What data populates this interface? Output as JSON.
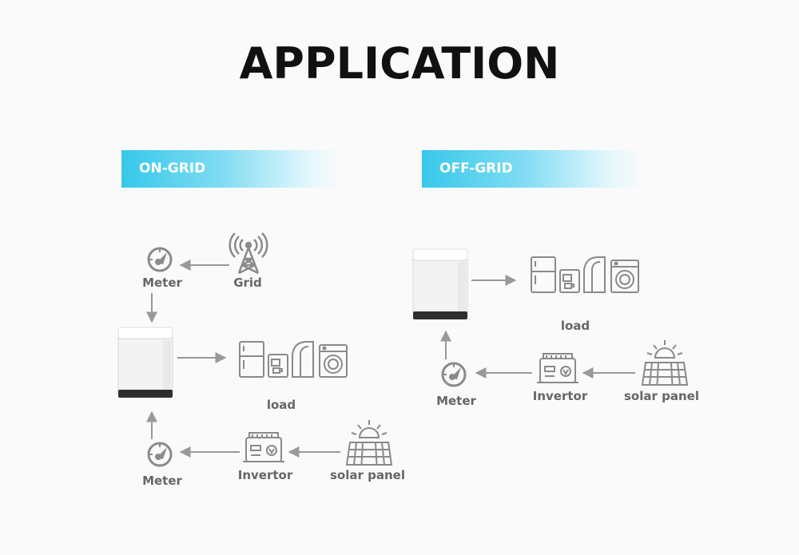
{
  "title": "APPLICATION",
  "on_grid": {
    "header": "ON-GRID",
    "labels": {
      "meter_top": "Meter",
      "grid": "Grid",
      "load": "load",
      "meter_bottom": "Meter",
      "invertor": "Invertor",
      "solar_panel": "solar panel"
    }
  },
  "off_grid": {
    "header": "OFF-GRID",
    "labels": {
      "load": "load",
      "meter": "Meter",
      "invertor": "Invertor",
      "solar_panel": "solar panel"
    }
  },
  "colors": {
    "banner_start": "#37c8ea",
    "icon": "#8a8a8a",
    "arrow": "#999999",
    "text": "#666666"
  }
}
